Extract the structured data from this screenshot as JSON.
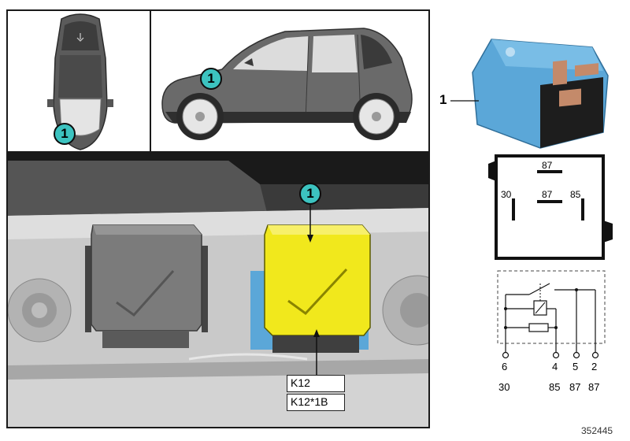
{
  "callouts": {
    "top_view": "1",
    "side_view": "1",
    "relay_view": "1"
  },
  "relay_labels": {
    "primary": "K12",
    "secondary": "K12*1B"
  },
  "part": {
    "number": "1"
  },
  "pinout": {
    "top": "87",
    "left": "30",
    "center": "87",
    "right": "85"
  },
  "circuit": {
    "pins": [
      "6",
      "4",
      "5",
      "2"
    ],
    "terminals": [
      "30",
      "85",
      "87",
      "87"
    ]
  },
  "figure_number": "352445",
  "colors": {
    "callout": "#3cc3c0",
    "relay_highlight": "#f1e81c",
    "relay_blue": "#5ba7d8",
    "relay_grey": "#7b7b7b"
  }
}
